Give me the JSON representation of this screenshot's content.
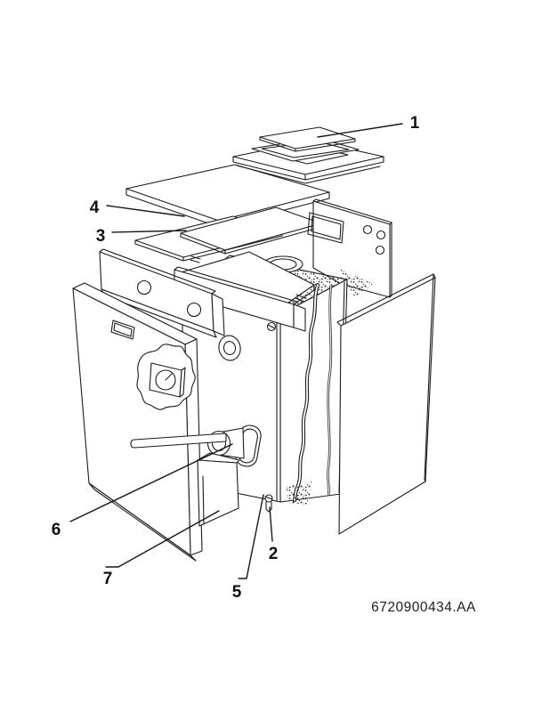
{
  "diagram": {
    "part_number": "6720900434.AA",
    "labels": [
      {
        "text": "1"
      },
      {
        "text": "2"
      },
      {
        "text": "3"
      },
      {
        "text": "4"
      },
      {
        "text": "5"
      },
      {
        "text": "6"
      },
      {
        "text": "7"
      }
    ]
  }
}
